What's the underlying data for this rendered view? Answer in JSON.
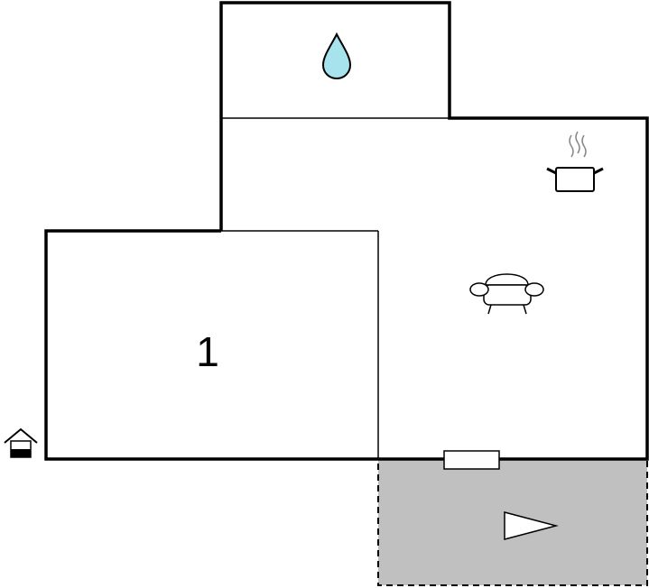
{
  "floor_plan": {
    "rooms": [
      {
        "id": "bedroom",
        "label": "1"
      },
      {
        "id": "bathroom",
        "label": ""
      },
      {
        "id": "living-kitchen",
        "label": ""
      }
    ],
    "terrace": {
      "fill_color": "#c0c0c0"
    },
    "icons": {
      "bathroom": "water-drop-icon",
      "kitchen": "cooking-pot-icon",
      "living": "sofa-icon",
      "entrance": "house-entrance-icon",
      "terrace": "direction-arrow-icon"
    },
    "colors": {
      "water_drop": "#a6e3ec",
      "walls": "#000000",
      "terrace": "#c0c0c0"
    }
  }
}
